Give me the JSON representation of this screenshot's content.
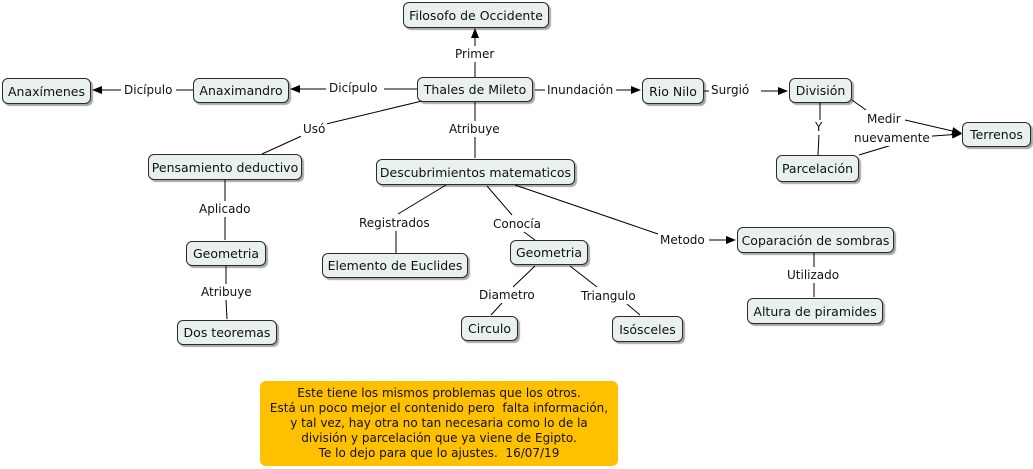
{
  "nodes": {
    "filosofo": "Filosofo de Occidente",
    "thales": "Thales de Mileto",
    "anaximandro": "Anaximandro",
    "anaximenes": "Anaxímenes",
    "rio_nilo": "Rio Nilo",
    "division": "División",
    "terrenos": "Terrenos",
    "parcelacion": "Parcelación",
    "pensamiento": "Pensamiento deductivo",
    "descubrimientos": "Descubrimientos matematicos",
    "geometria_left": "Geometria",
    "dos_teoremas": "Dos teoremas",
    "elemento_euclides": "Elemento de Euclides",
    "geometria_mid": "Geometria",
    "circulo": "Circulo",
    "isosceles": "Isósceles",
    "coparacion": "Coparación de sombras",
    "altura": "Altura de piramides"
  },
  "links": {
    "primer": "Primer",
    "dicipulo1": "Dicípulo",
    "dicipulo2": "Dicípulo",
    "inundacion": "Inundación",
    "surgio": "Surgió",
    "medir_line1": "Medir",
    "medir_line2": "nuevamente",
    "y": "Y",
    "uso": "Usó",
    "atribuye1": "Atribuye",
    "aplicado": "Aplicado",
    "atribuye2": "Atribuye",
    "registrados": "Registrados",
    "conocia": "Conocía",
    "metodo": "Metodo",
    "diametro": "Diametro",
    "triangulo": "Triangulo",
    "utilizado": "Utilizado"
  },
  "note": {
    "lines": [
      "Este tiene los mismos problemas que los otros.",
      "Está un poco mejor el contenido pero  falta información,",
      "y tal vez, hay otra no tan necesaria como lo de la",
      "división y parcelación que ya viene de Egipto.",
      "Te lo dejo para que lo ajustes.  16/07/19"
    ]
  }
}
